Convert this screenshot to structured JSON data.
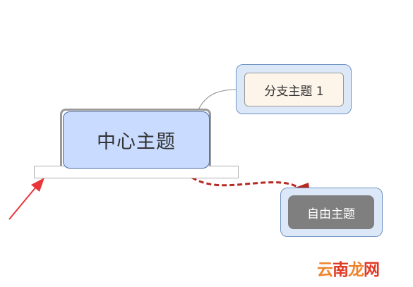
{
  "mindmap": {
    "central_topic": "中心主题",
    "branch_topic": "分支主题 1",
    "floating_topic": "自由主题"
  },
  "watermark": {
    "part1": "云",
    "part2": "南",
    "part3": "龙",
    "part4": "网"
  },
  "colors": {
    "central_fill": "#c9dcff",
    "branch_fill": "#fdf4ea",
    "floating_fill": "#7f7f7f",
    "frame_fill": "#dce8f8",
    "relationship_line": "#b52a22",
    "pointer_arrow": "#e8363a"
  }
}
